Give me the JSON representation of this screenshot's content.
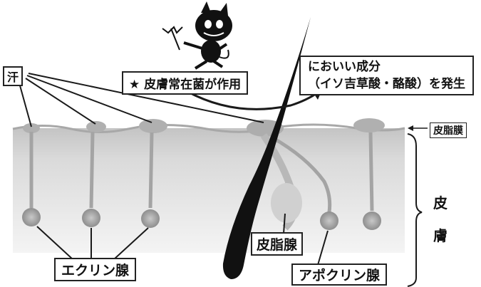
{
  "labels": {
    "sweat": "汗",
    "bacteria": "★ 皮膚常在菌が作用",
    "smell_line1": "においい成分",
    "smell_line2": "（イソ吉草酸・酪酸）を発生",
    "sebum_top": "皮脂膜",
    "skin_char1": "皮",
    "skin_char2": "膚",
    "eccrine": "エクリン腺",
    "sebaceous": "皮脂腺",
    "apocrine": "アポクリン腺"
  },
  "colors": {
    "line": "#1a1a1a",
    "hair": "#111111",
    "skin_top": "#c8c8c8",
    "skin_bottom": "#eeeeee",
    "gland": "#9a9a9a"
  }
}
